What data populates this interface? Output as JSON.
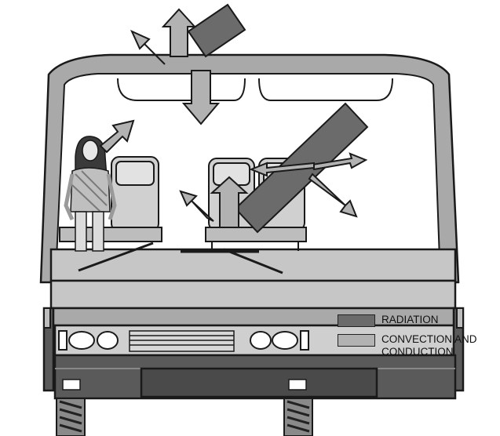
{
  "colors": {
    "radiation": "#6b6b6b",
    "convection": "#b2b2b2",
    "outline": "#1a1a1a",
    "body_light": "#cfcfcf",
    "body_mid": "#a9a9a9",
    "body_dark": "#5a5a5a"
  },
  "legend": {
    "radiation": "RADIATION",
    "convection_line1": "CONVECTION AND",
    "convection_line2": "CONDUCTION"
  },
  "icons": [
    "bus-front",
    "child-passenger",
    "seat",
    "heat-arrow"
  ]
}
